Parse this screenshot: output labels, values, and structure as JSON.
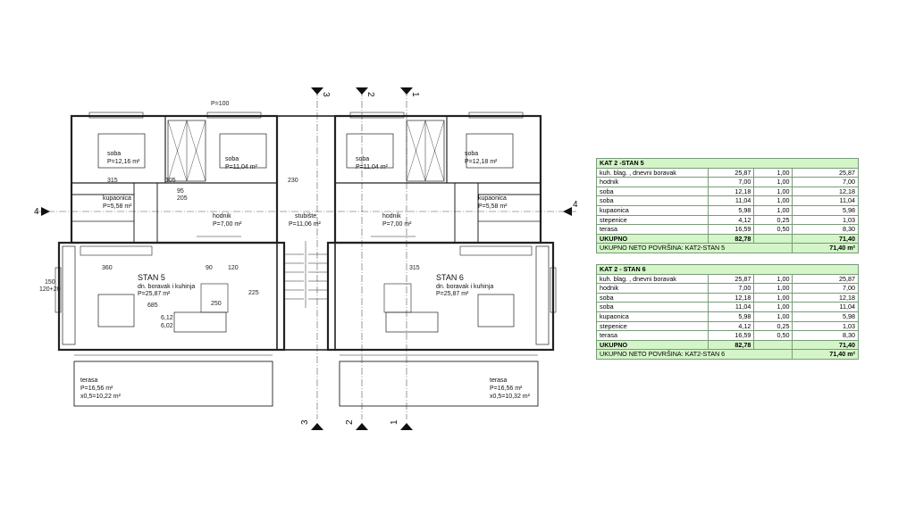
{
  "plan": {
    "axis_labels": [
      "3",
      "2",
      "1",
      "3",
      "2",
      "1"
    ],
    "section_labels": [
      "4",
      "4"
    ],
    "units": [
      {
        "name": "STAN 5",
        "rooms": [
          {
            "name": "soba",
            "area": "P=12,16 m²"
          },
          {
            "name": "soba",
            "area": "P=11,04 m²"
          },
          {
            "name": "kupaonica",
            "area": "P=5,58 m²"
          },
          {
            "name": "hodnik",
            "area": "P=7,00 m²"
          },
          {
            "name": "dn. boravak i kuhinja",
            "area": "P=25,87 m²"
          },
          {
            "name": "terasa",
            "area": "P=16,56 m²",
            "extra": "x0,5=10,22 m²"
          }
        ]
      },
      {
        "name": "STAN 6",
        "rooms": [
          {
            "name": "soba",
            "area": "P=11,04 m²"
          },
          {
            "name": "soba",
            "area": "P=12,18 m²"
          },
          {
            "name": "kupaonica",
            "area": "P=5,58 m²"
          },
          {
            "name": "hodnik",
            "area": "P=7,00 m²"
          },
          {
            "name": "dn. boravak i kuhinja",
            "area": "P=25,87 m²"
          },
          {
            "name": "terasa",
            "area": "P=16,56 m²",
            "extra": "x0,5=10,32 m²"
          }
        ]
      }
    ],
    "stair": {
      "name": "stubište",
      "area": "P=11,06 m²"
    },
    "dims": [
      "315",
      "105",
      "95",
      "205",
      "360",
      "685",
      "250",
      "120",
      "90",
      "225",
      "315",
      "230",
      "P=100",
      "150",
      "120+20",
      "6,12",
      "6,02"
    ]
  },
  "tables": [
    {
      "title": "KAT 2 -STAN 5",
      "rows": [
        [
          "kuh. blag. , dnevni boravak",
          "25,87",
          "1,00",
          "25,87"
        ],
        [
          "hodnik",
          "7,00",
          "1,00",
          "7,00"
        ],
        [
          "soba",
          "12,18",
          "1,00",
          "12,18"
        ],
        [
          "soba",
          "11,04",
          "1,00",
          "11,04"
        ],
        [
          "kupaonica",
          "5,98",
          "1,00",
          "5,98"
        ],
        [
          "stepenice",
          "4,12",
          "0,25",
          "1,03"
        ],
        [
          "terasa",
          "16,59",
          "0,50",
          "8,30"
        ]
      ],
      "total": [
        "UKUPNO",
        "82,78",
        "",
        "71,40"
      ],
      "net": [
        "UKUPNO NETO POVRŠINA: KAT2-STAN 5",
        "71,40 m²"
      ]
    },
    {
      "title": "KAT 2 - STAN 6",
      "rows": [
        [
          "kuh. blag. , dnevni boravak",
          "25,87",
          "1,00",
          "25,87"
        ],
        [
          "hodnik",
          "7,00",
          "1,00",
          "7,00"
        ],
        [
          "soba",
          "12,18",
          "1,00",
          "12,18"
        ],
        [
          "soba",
          "11,04",
          "1,00",
          "11,04"
        ],
        [
          "kupaonica",
          "5,98",
          "1,00",
          "5,98"
        ],
        [
          "stepenice",
          "4,12",
          "0,25",
          "1,03"
        ],
        [
          "terasa",
          "16,59",
          "0,50",
          "8,30"
        ]
      ],
      "total": [
        "UKUPNO",
        "82,78",
        "",
        "71,40"
      ],
      "net": [
        "UKUPNO NETO POVRŠINA: KAT2-STAN 6",
        "71,40 m²"
      ]
    }
  ]
}
